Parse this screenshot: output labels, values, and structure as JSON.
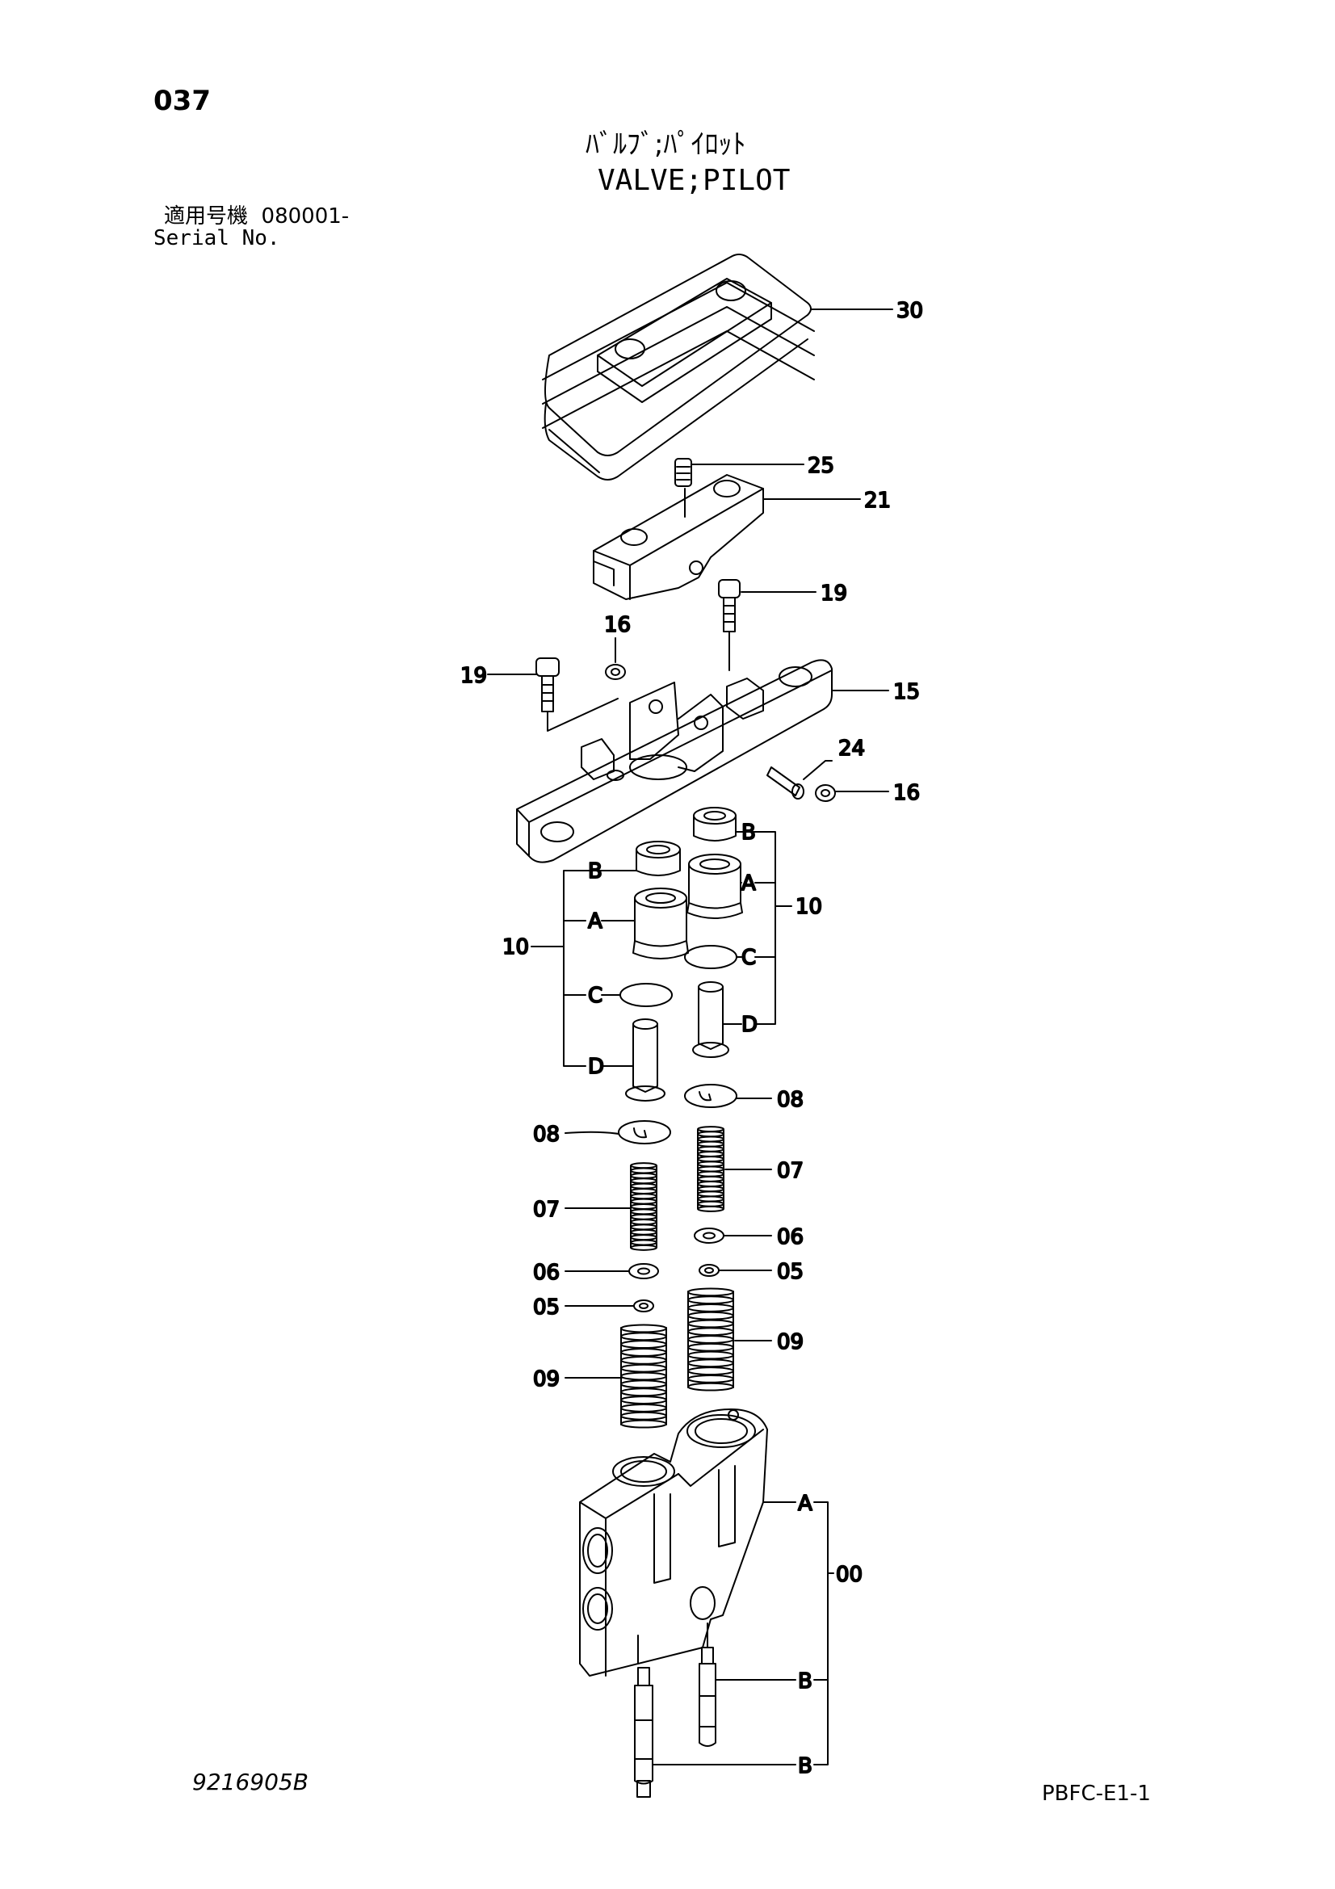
{
  "header": {
    "page_number": "037",
    "title_jp": "ﾊﾞﾙﾌﾞ;ﾊﾟｲﾛｯﾄ",
    "title_en": "VALVE;PILOT",
    "serial_label_jp": "適用号機",
    "serial_value": "080001-",
    "serial_label_en": "Serial No."
  },
  "callouts": {
    "c30": "30",
    "c25": "25",
    "c21": "21",
    "c19r": "19",
    "c16t": "16",
    "c19l": "19",
    "c15": "15",
    "c24": "24",
    "c16r": "16",
    "bL": "B",
    "aL": "A",
    "cL": "C",
    "dL": "D",
    "n10L": "10",
    "bR": "B",
    "aR": "A",
    "cR": "C",
    "dR": "D",
    "n10R": "10",
    "c08r": "08",
    "c08l": "08",
    "c07r": "07",
    "c07l": "07",
    "c06r": "06",
    "c06l": "06",
    "c05r": "05",
    "c05l": "05",
    "c09r": "09",
    "c09l": "09",
    "aBody": "A",
    "n00": "00",
    "bBody1": "B",
    "bBody2": "B"
  },
  "footer": {
    "drawing_id": "9216905B",
    "sheet_code": "PBFC-E1-1"
  }
}
